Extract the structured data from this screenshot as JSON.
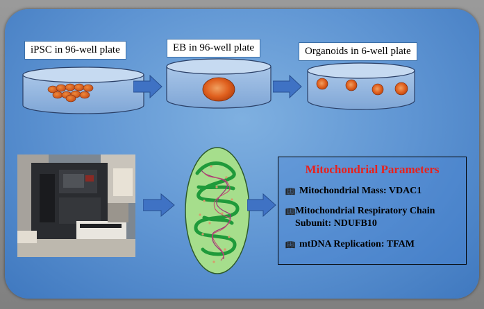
{
  "steps": {
    "ipsc": "iPSC in 96-well plate",
    "eb": "EB in 96-well plate",
    "organoids": "Organoids in 6-well plate"
  },
  "parameters": {
    "title": "Mitochondrial Parameters",
    "items": [
      {
        "bullet_icon": "book-bullet-icon",
        "text": "Mitochondrial Mass: VDAC1"
      },
      {
        "bullet_icon": "book-bullet-icon",
        "text": "Mitochondrial Respiratory Chain Subunit: NDUFB10"
      },
      {
        "bullet_icon": "book-bullet-icon",
        "text": "mtDNA Replication: TFAM"
      }
    ]
  },
  "colors": {
    "panel": "#5f95d3",
    "arrow": "#3f72c4",
    "cell": "#e0601e",
    "mito_outer": "#9fdb86",
    "mito_cristae": "#1f9a3a",
    "dna": "#9b3a7a",
    "title_red": "#e8211c"
  }
}
